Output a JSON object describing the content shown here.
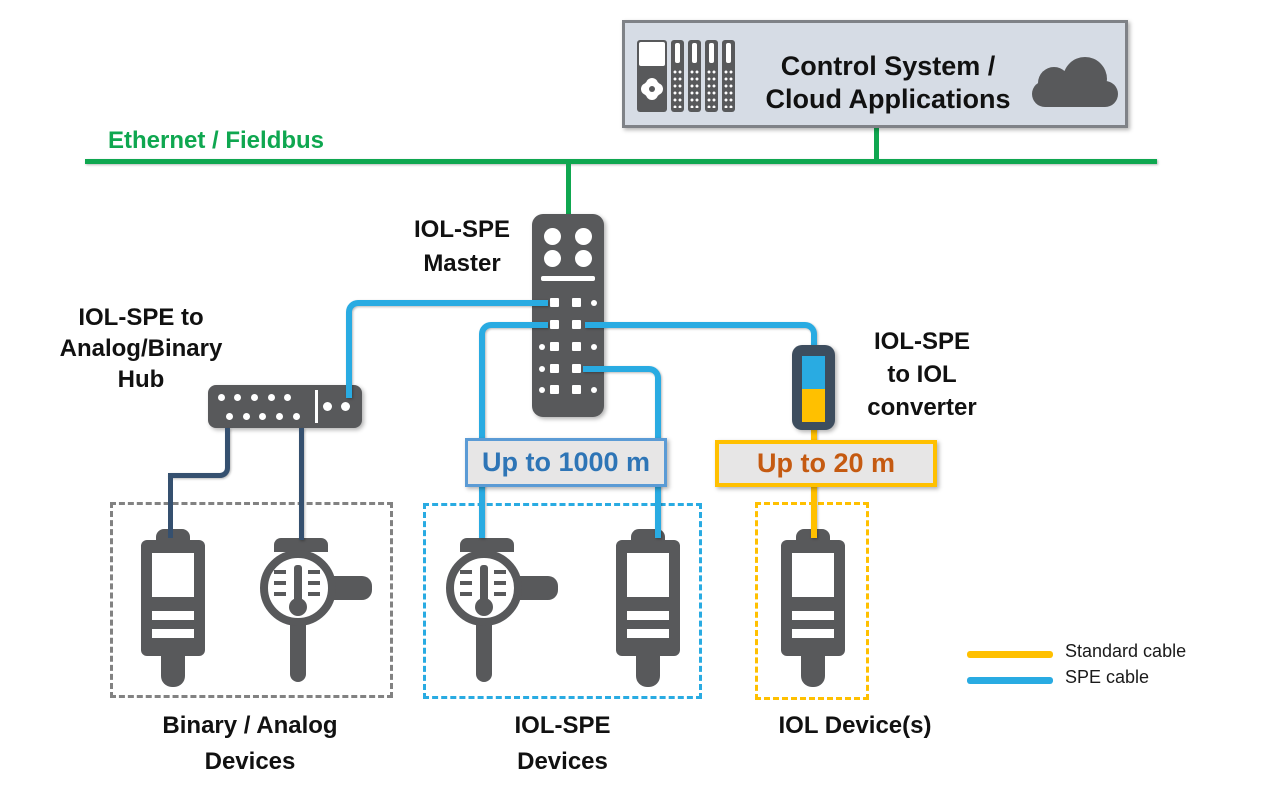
{
  "control_box": {
    "title_line1": "Control System /",
    "title_line2": "Cloud Applications"
  },
  "bus": {
    "label": "Ethernet / Fieldbus"
  },
  "nodes": {
    "master": {
      "label_line1": "IOL-SPE",
      "label_line2": "Master"
    },
    "hub": {
      "label_line1": "IOL-SPE to",
      "label_line2": "Analog/Binary",
      "label_line3": "Hub"
    },
    "converter": {
      "label_line1": "IOL-SPE",
      "label_line2": "to IOL",
      "label_line3": "converter"
    }
  },
  "distance_labels": {
    "spe": "Up to 1000 m",
    "standard": "Up to 20 m"
  },
  "device_groups": {
    "binary_analog": {
      "label_line1": "Binary / Analog",
      "label_line2": "Devices"
    },
    "iol_spe": {
      "label_line1": "IOL-SPE",
      "label_line2": "Devices"
    },
    "iol": {
      "label": "IOL Device(s)"
    }
  },
  "legend": {
    "items": [
      {
        "label": "Standard cable",
        "color": "#FFC000"
      },
      {
        "label": "SPE cable",
        "color": "#29ABE2"
      }
    ]
  },
  "colors": {
    "ethernet_green": "#0FA750",
    "spe_cable_blue": "#29ABE2",
    "standard_cable_yellow": "#FFC000",
    "analog_cable_navy": "#35506F",
    "device_gray": "#58595B",
    "control_box_fill": "#D6DCE5",
    "distance_spe_text": "#2E75B6",
    "distance_spe_border": "#5B9BD5",
    "distance_standard_text": "#C55A11"
  }
}
